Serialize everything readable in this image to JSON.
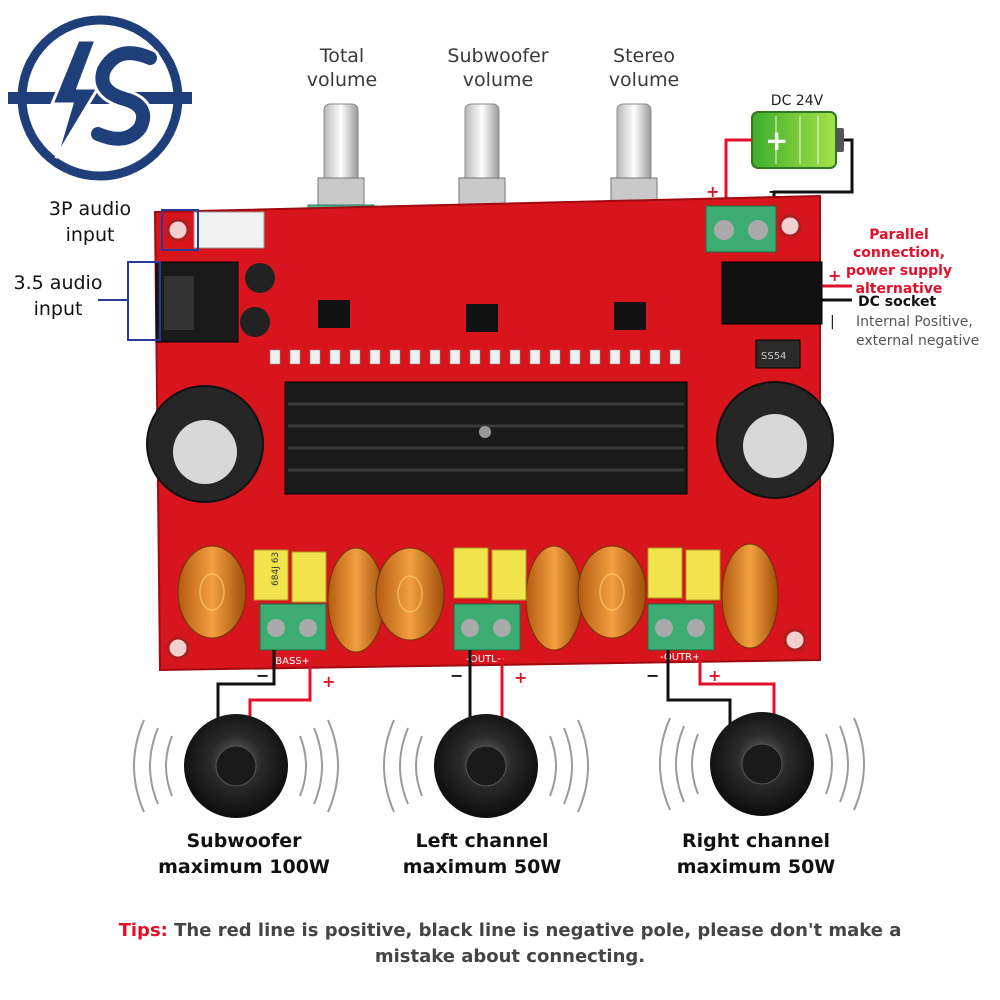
{
  "knob_labels": {
    "total": [
      "Total",
      "volume"
    ],
    "subwoofer": [
      "Subwoofer",
      "volume"
    ],
    "stereo": [
      "Stereo",
      "volume"
    ]
  },
  "inputs": {
    "p3": [
      "3P audio",
      "input"
    ],
    "jack": [
      "3.5 audio",
      "input"
    ]
  },
  "power": {
    "dc_label": "DC 24V",
    "parallel_note": [
      "Parallel connection,",
      "power supply",
      "alternative"
    ],
    "dc_socket": "DC socket",
    "socket_desc": [
      "Internal Positive,",
      "external negative"
    ],
    "plus": "+",
    "minus": "−",
    "pipe": "|"
  },
  "board": {
    "diode_mark": "SS54",
    "terminals": [
      "-BASS+",
      "-OUTL+",
      "-OUTR+"
    ],
    "capacitor_mark": "684J 63"
  },
  "speakers": [
    {
      "line1": "Subwoofer",
      "line2": "maximum 100W"
    },
    {
      "line1": "Left channel",
      "line2": "maximum 50W"
    },
    {
      "line1": "Right channel",
      "line2": "maximum 50W"
    }
  ],
  "tips": {
    "tag": "Tips:",
    "text": " The red line is positive, black line is negative pole, please don't make a mistake about connecting."
  },
  "colors": {
    "brand_blue": "#1f3f7a",
    "board_red": "#d8141c",
    "accent_red": "#e0102a",
    "terminal_green": "#37b07a"
  },
  "icons": [
    "brand-logo-icon",
    "battery-icon",
    "speaker-icon"
  ]
}
